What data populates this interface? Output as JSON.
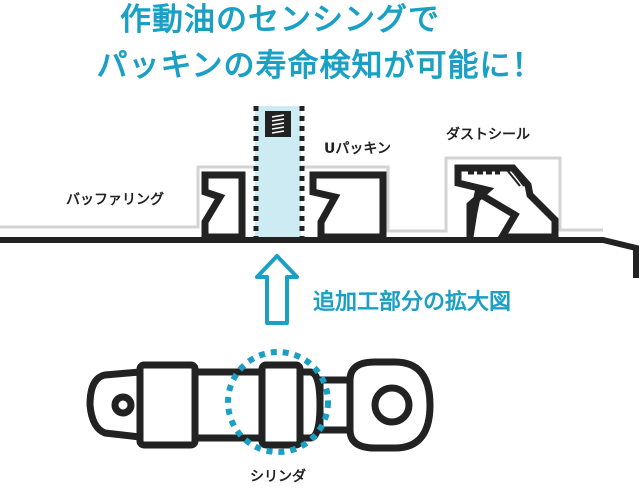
{
  "headline": {
    "line1": "作動油のセンシングで",
    "line2": "パッキンの寿命検知が可能に！"
  },
  "labels": {
    "buffer_ring": "バッファリング",
    "u_packing": "Uパッキン",
    "dust_seal": "ダストシール",
    "enlarged_view": "追加工部分の拡大図",
    "cylinder": "シリンダ"
  },
  "colors": {
    "accent": "#1aa0c4",
    "sensor_fill": "#cdebf2",
    "stroke": "#222222",
    "groove": "#d3d3d3"
  },
  "icons": {
    "sensor": "sensor-chip-icon",
    "arrow": "arrow-up-icon"
  }
}
